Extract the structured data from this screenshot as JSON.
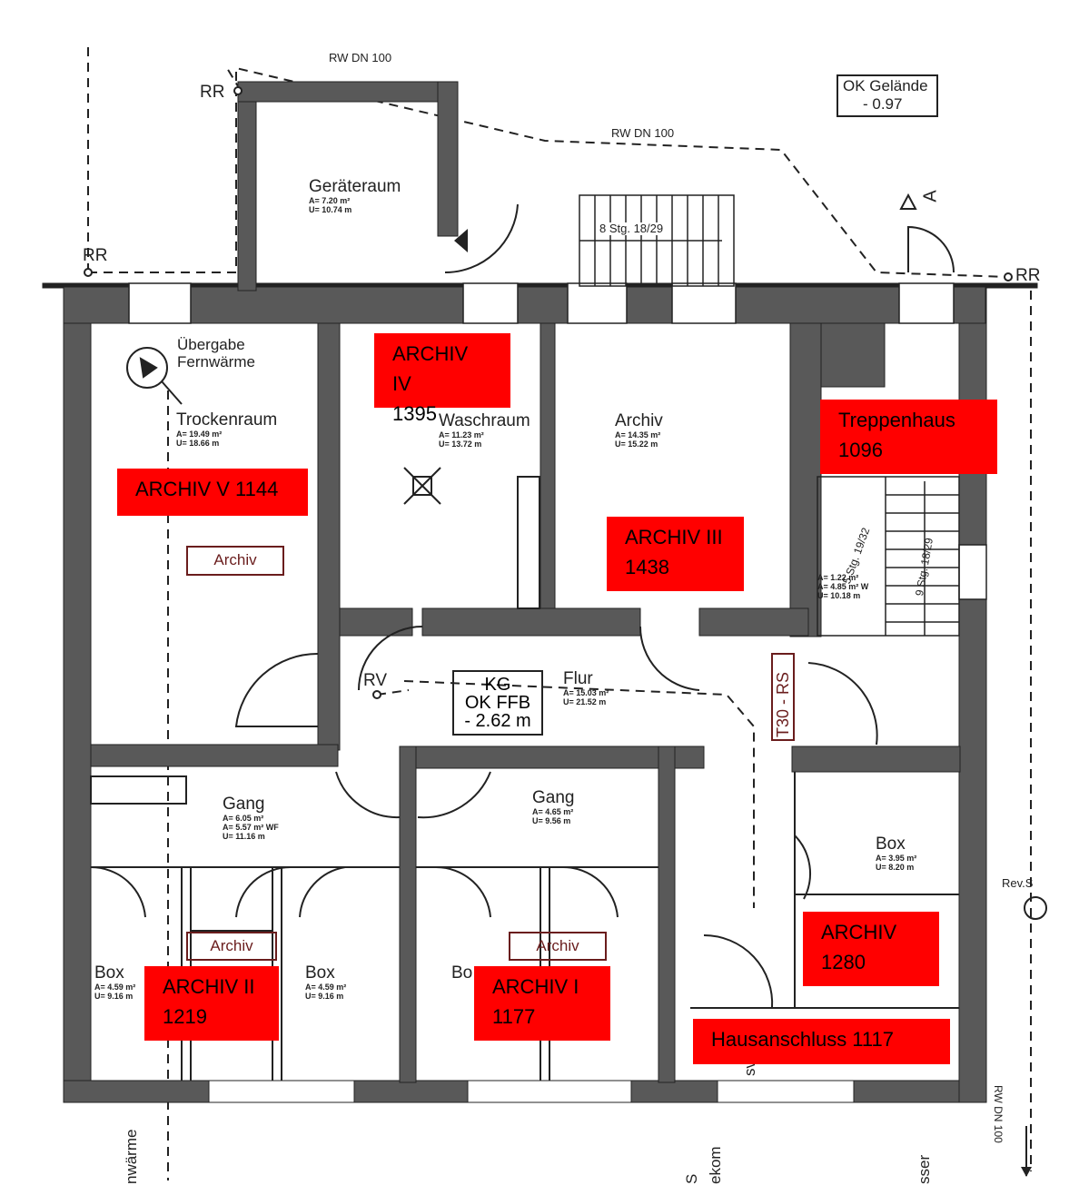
{
  "plan": {
    "rw_top": "RW DN 100",
    "rw_mid": "RW DN 100",
    "rr_top": "RR",
    "rr_left": "RR",
    "rr_right": "RR",
    "ok_gelaende": {
      "line1": "OK Gelände",
      "line2": "- 0.97"
    },
    "section_marker": "A",
    "stairs_top": "8 Stg. 18/29",
    "stairs_right_a": "5 Stg. 19/32",
    "stairs_right_b": "9 Stg. 18/29",
    "rv": "RV",
    "t30": "T30 - RS",
    "kg": {
      "line1": "KG",
      "line2": "OK FFB",
      "line3": "- 2.62 m"
    },
    "rev": "Rev.S",
    "bottom_fernwaerme": "nwärme",
    "bottom_s": "S",
    "bottom_ekom": "ekom",
    "bottom_sser": "sser",
    "bottom_sv": "sv",
    "bottom_rwdn": "RW DN 100"
  },
  "rooms": {
    "geraeteraum": {
      "name": "Geräteraum",
      "a": "A= 7.20 m²",
      "u": "U= 10.74 m"
    },
    "uebergabe": {
      "line1": "Übergabe",
      "line2": "Fernwärme"
    },
    "trockenraum": {
      "name": "Trockenraum",
      "a": "A= 19.49 m²",
      "u": "U= 18.66 m"
    },
    "waschraum": {
      "name": "Waschraum",
      "a": "A= 11.23 m²",
      "u": "U= 13.72 m"
    },
    "archiv_top": {
      "name": "Archiv",
      "a": "A= 14.35 m²",
      "u": "U= 15.22 m"
    },
    "flur": {
      "name": "Flur",
      "a": "A= 15.03 m²",
      "u": "U= 21.52 m"
    },
    "gang_left": {
      "name": "Gang",
      "a": "A= 6.05 m²",
      "a2": "A= 5.57 m² WF",
      "u": "U= 11.16 m"
    },
    "gang_right": {
      "name": "Gang",
      "a": "A= 4.65 m²",
      "u": "U= 9.56 m"
    },
    "box_right": {
      "name": "Box",
      "a": "A= 3.95 m²",
      "u": "U= 8.20 m"
    },
    "box_ll": {
      "name": "Box",
      "a": "A= 4.59 m²",
      "u": "U= 9.16 m"
    },
    "box_lr": {
      "name": "Box",
      "a": "A= 4.59 m²",
      "u": "U= 9.16 m"
    },
    "box_ml": {
      "name": "Bo"
    },
    "stairwell_area": {
      "a": "A= 1.22 m²",
      "a2": "A= 4.85 m² W",
      "u": "U= 10.18 m"
    }
  },
  "stamps": {
    "trockenraum": "Archiv",
    "left_boxes": "Archiv",
    "mid_boxes": "Archiv"
  },
  "overlays": [
    {
      "id": "archiv-iv",
      "line1": "ARCHIV IV",
      "line2": "1395"
    },
    {
      "id": "archiv-v",
      "line1": "ARCHIV  V 1144",
      "line2": ""
    },
    {
      "id": "treppenhaus",
      "line1": "Treppenhaus",
      "line2": "1096"
    },
    {
      "id": "archiv-iii",
      "line1": "ARCHIV III",
      "line2": "1438"
    },
    {
      "id": "archiv-1280",
      "line1": "ARCHIV",
      "line2": "1280"
    },
    {
      "id": "archiv-ii",
      "line1": "ARCHIV II",
      "line2": "1219"
    },
    {
      "id": "archiv-i",
      "line1": "ARCHIV I",
      "line2": "1177"
    },
    {
      "id": "hausanschluss",
      "line1": "Hausanschluss  1117",
      "line2": ""
    }
  ],
  "colors": {
    "wall": "#595959",
    "overlay": "#ff0000",
    "stamp": "#6a1d1d",
    "ink": "#222222"
  }
}
